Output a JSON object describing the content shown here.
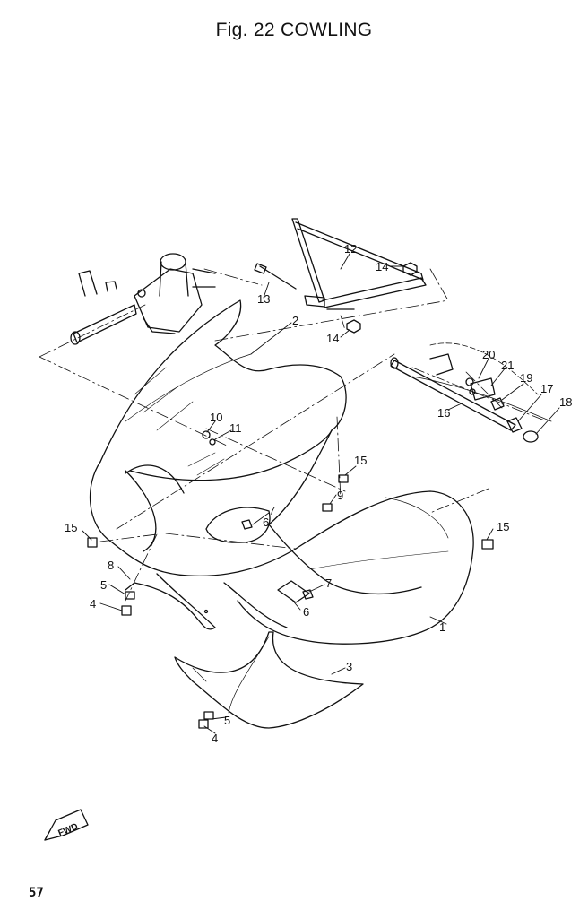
{
  "figure": {
    "title": "Fig. 22 COWLING",
    "page_number": "57",
    "fwd_label": "FWD"
  },
  "callouts": {
    "c1": "1",
    "c2": "2",
    "c3": "3",
    "c4a": "4",
    "c4b": "4",
    "c5a": "5",
    "c5b": "5",
    "c6a": "6",
    "c6b": "6",
    "c7a": "7",
    "c7b": "7",
    "c8": "8",
    "c9": "9",
    "c10": "10",
    "c11": "11",
    "c12": "12",
    "c13": "13",
    "c14a": "14",
    "c14b": "14",
    "c15a": "15",
    "c15b": "15",
    "c15c": "15",
    "c16": "16",
    "c17": "17",
    "c18": "18",
    "c19": "19",
    "c20": "20",
    "c21": "21"
  },
  "colors": {
    "ink": "#111111",
    "paper": "#ffffff"
  }
}
